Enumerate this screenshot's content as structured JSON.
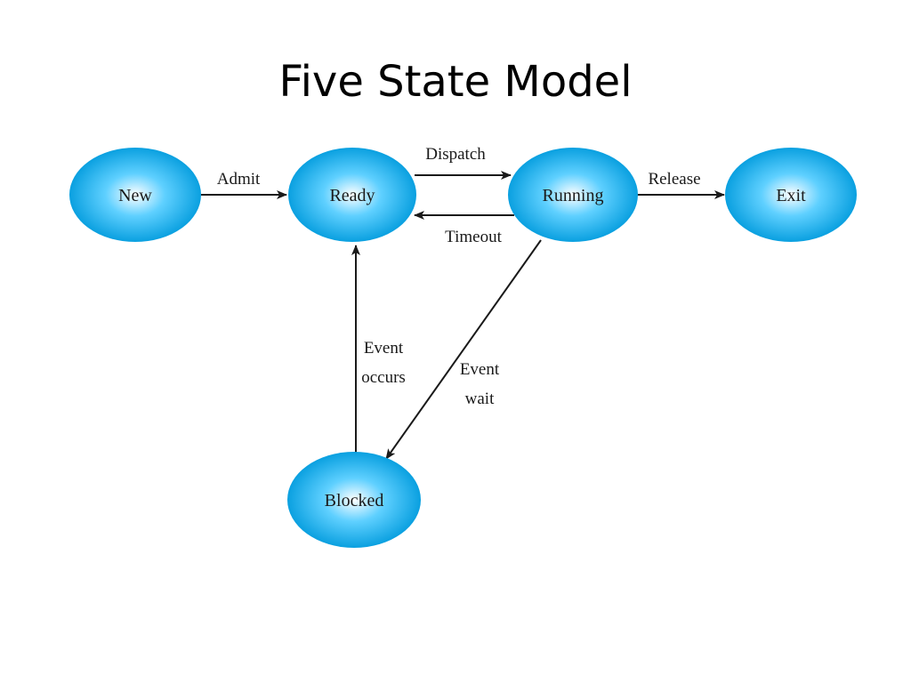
{
  "title": "Five State Model",
  "colors": {
    "node_center": "#ffffff",
    "node_mid": "#5fd0ff",
    "node_edge": "#0aa0e0",
    "line": "#1a1a1a"
  },
  "nodes": {
    "new": "New",
    "ready": "Ready",
    "running": "Running",
    "exit": "Exit",
    "blocked": "Blocked"
  },
  "edges": {
    "admit": "Admit",
    "dispatch": "Dispatch",
    "timeout": "Timeout",
    "release": "Release",
    "event_occurs": [
      "Event",
      "occurs"
    ],
    "event_wait": [
      "Event",
      "wait"
    ]
  }
}
